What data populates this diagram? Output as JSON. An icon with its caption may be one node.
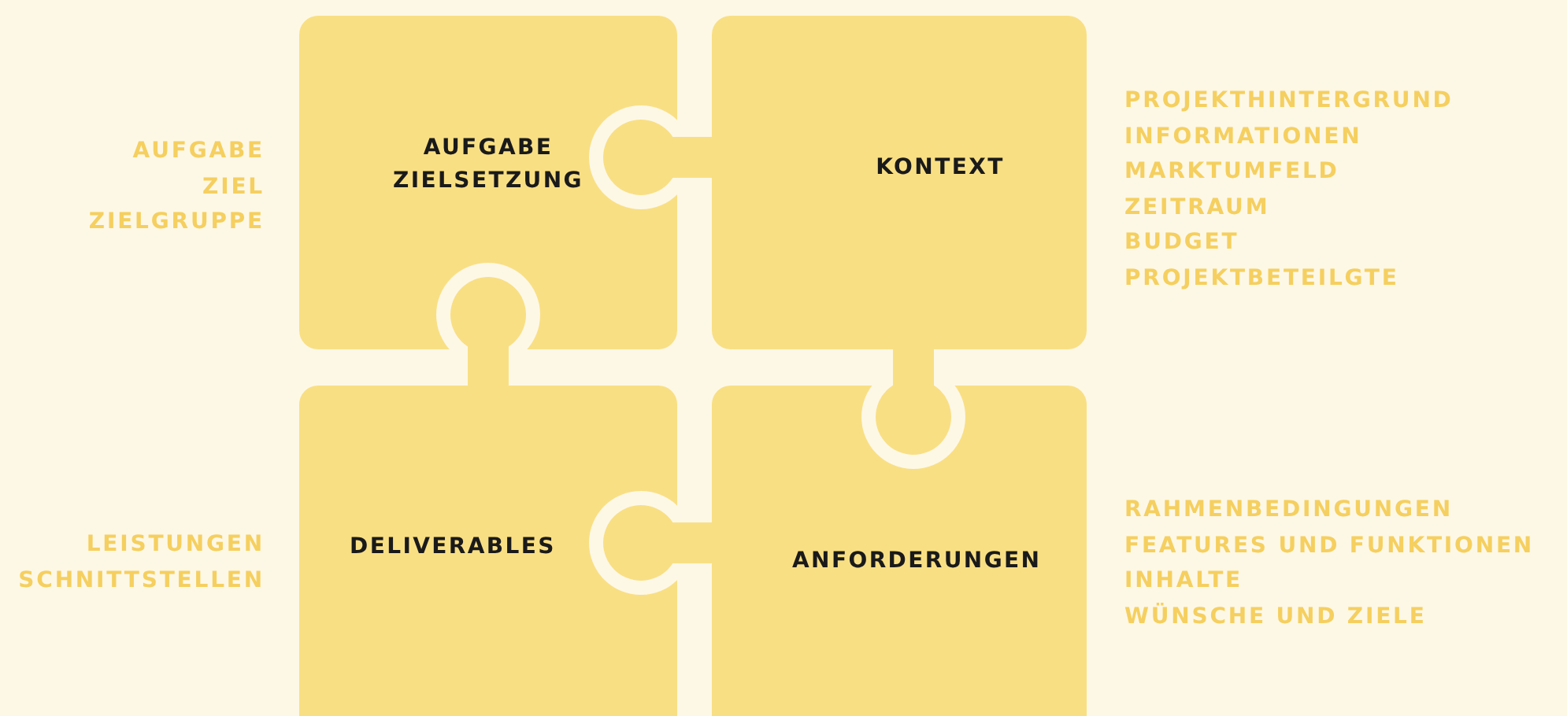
{
  "diagram": {
    "nodes": [
      {
        "text": [
          "AUFGABE ZIELSETZUNG"
        ],
        "beside": [
          "AUFGABE",
          "ZIEL",
          "ZIELGRUPPE"
        ]
      },
      {
        "text": [
          "KONTEXT"
        ],
        "beside": [
          "PROJEKTHINTERGRUND",
          "INFORMATIONEN",
          "MARKTUMFELD",
          "ZEITRAUM",
          "BUDGET",
          "PROJEKTBETEILGTE"
        ]
      },
      {
        "text": [
          "DELIVERABLES"
        ],
        "beside": [
          "LEISTUNGEN",
          "SCHNITTSTELLEN"
        ]
      },
      {
        "text": [
          "ANFORDERUNGEN"
        ],
        "beside": [
          "RAHMENBEDINGUNGEN",
          "FEATURES UND FUNKTIONEN",
          "INHALTE",
          "WÜNSCHE UND ZIELE"
        ]
      }
    ]
  }
}
